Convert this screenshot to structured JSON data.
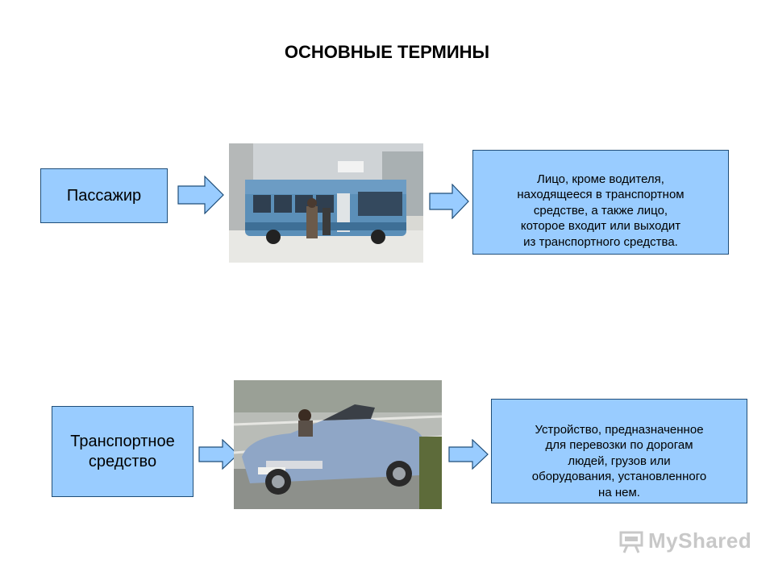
{
  "slide": {
    "title": "ОСНОВНЫЕ ТЕРМИНЫ"
  },
  "terms": [
    {
      "label": "Пассажир",
      "definition": "Лицо, кроме водителя,\n     находящееся в транспортном\n   средстве, а также лицо,\n  которое входит или выходит\n  из транспортного средства.",
      "image": "bus-photo"
    },
    {
      "label": "Транспортное\nсредство",
      "definition": "Устройство, предназначенное\nдля перевозки по дорогам\nлюдей, грузов или\nоборудования, установленного\nна нем.",
      "image": "car-photo"
    }
  ],
  "watermark": {
    "text": "MyShared",
    "icon": "presentation-icon"
  },
  "colors": {
    "box_fill": "#99ccff",
    "box_border": "#1f4e79",
    "arrow_fill": "#99ccff"
  }
}
